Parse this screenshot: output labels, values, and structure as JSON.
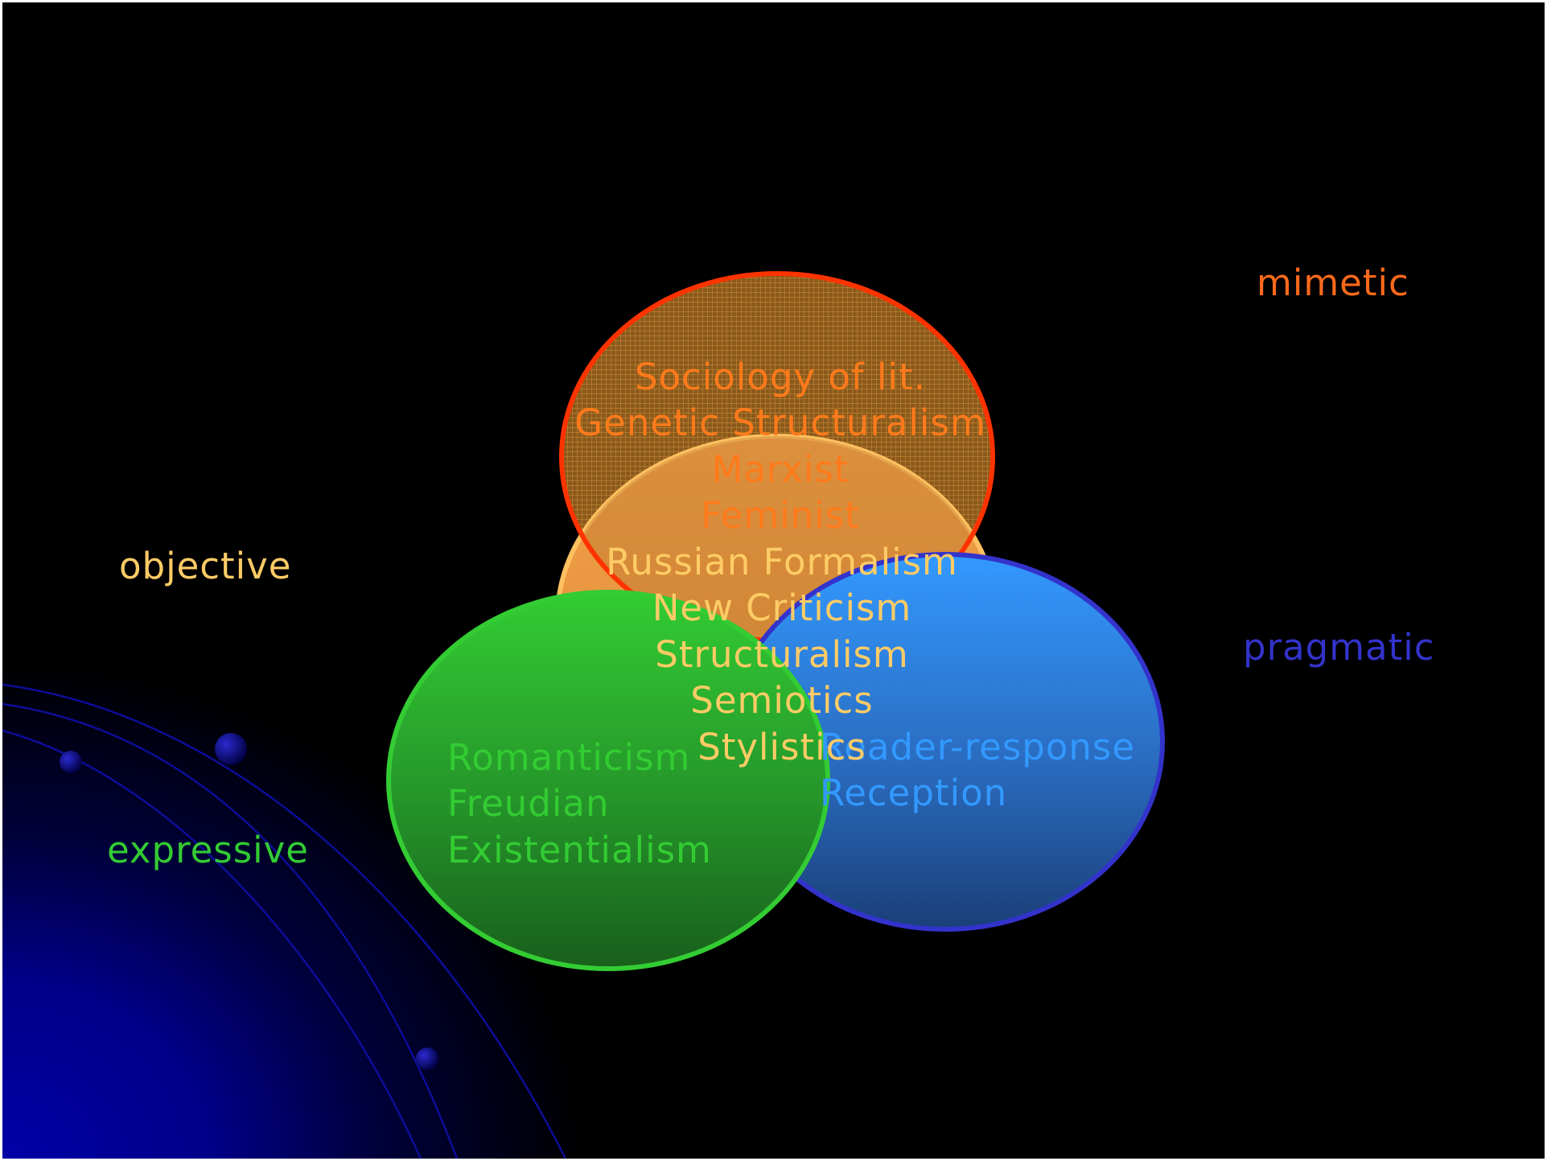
{
  "colors": {
    "background": "#000000",
    "mimetic": "#ff6a1a",
    "objective": "#ffcc66",
    "pragmatic": "#3333cc",
    "expressive": "#33cc33",
    "mimetic_text": "#ff7a1a",
    "objective_text": "#ffcc66",
    "pragmatic_text": "#3399ff",
    "expressive_text": "#33cc33"
  },
  "labels": {
    "mimetic": "mimetic",
    "objective": "objective",
    "pragmatic": "pragmatic",
    "expressive": "expressive"
  },
  "sets": {
    "mimetic": [
      "Sociology of lit.",
      "Genetic Structuralism",
      "Marxist",
      "Feminist"
    ],
    "objective": [
      "Russian Formalism",
      "New Criticism",
      "Structuralism",
      "Semiotics",
      "Stylistics"
    ],
    "pragmatic": [
      "Reader-response",
      "Reception"
    ],
    "expressive": [
      "Romanticism",
      "Freudian",
      "Existentialism"
    ]
  },
  "decoration": {
    "background_graphic": "planet-orbits"
  }
}
